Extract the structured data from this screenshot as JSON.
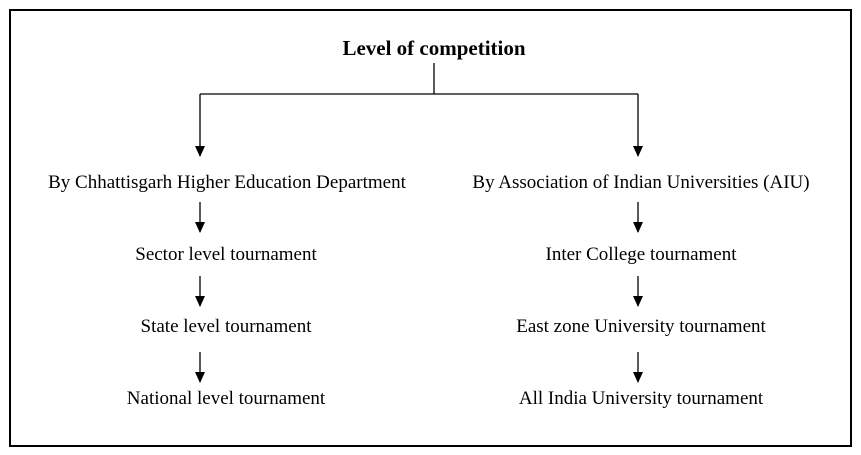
{
  "diagram": {
    "root": {
      "label": "Level of competition"
    },
    "branches": [
      {
        "label": "By Chhattisgarh Higher Education Department",
        "children": [
          "Sector level tournament",
          "State level tournament",
          "National level tournament"
        ]
      },
      {
        "label": "By Association of Indian Universities (AIU)",
        "children": [
          "Inter College tournament",
          "East zone University tournament",
          "All India University tournament"
        ]
      }
    ]
  }
}
